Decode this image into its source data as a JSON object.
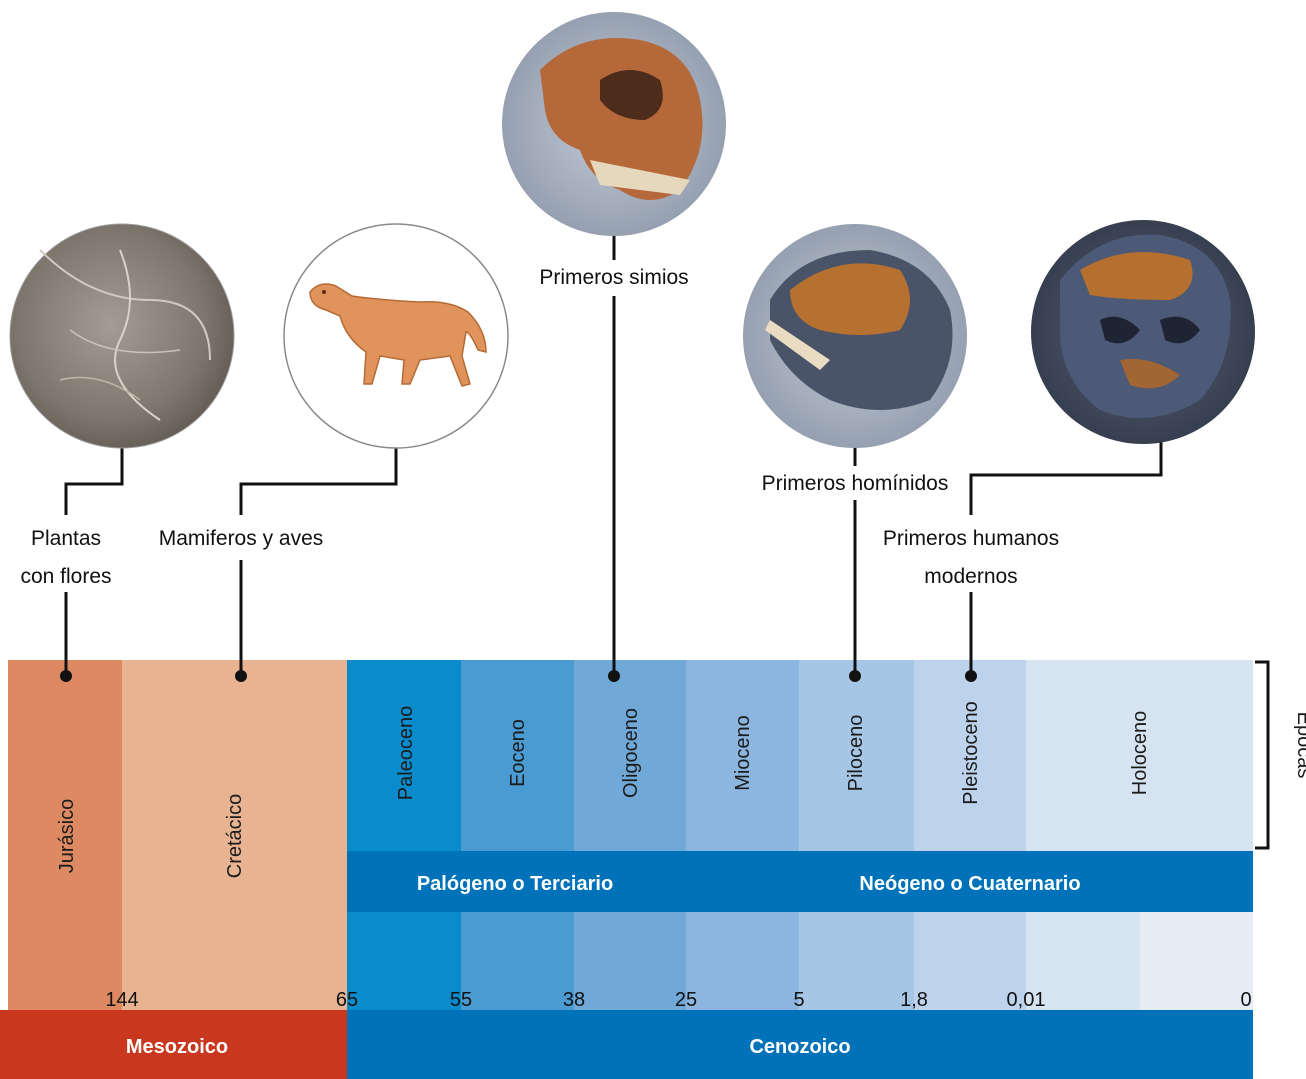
{
  "epochs": {
    "jurasico": "Jurásico",
    "cretacico": "Cretácico",
    "paleoceno": "Paleoceno",
    "eoceno": "Eoceno",
    "oligoceno": "Oligoceno",
    "mioceno": "Mioceno",
    "piloceno": "Piloceno",
    "pleistoceno": "Pleistoceno",
    "holoceno": "Holoceno"
  },
  "periods": {
    "palogeno": "Palógeno o Terciario",
    "neogeno": "Neógeno o Cuaternario"
  },
  "eras": {
    "mesozoico": "Mesozoico",
    "cenozoico": "Cenozoico"
  },
  "ticks": [
    "144",
    "65",
    "55",
    "38",
    "25",
    "5",
    "1,8",
    "0,01",
    "0"
  ],
  "bracket_label": "Épocas",
  "events": {
    "plantas_line1": "Plantas",
    "plantas_line2": "con flores",
    "mamiferos": "Mamiferos y aves",
    "simios": "Primeros simios",
    "hominidos": "Primeros homínidos",
    "humanos_line1": "Primeros humanos",
    "humanos_line2": "modernos"
  },
  "colors": {
    "jurasico": "#dd8a62",
    "cretacico": "#e8b391",
    "mesozoico": "#c9381e",
    "cenozoico": "#0072b9",
    "period_band": "#0072b9",
    "paleoceno": "#0a8ccc",
    "eoceno": "#4a9bd2",
    "oligoceno": "#70a9d8",
    "mioceno": "#8cb6df",
    "piloceno": "#a6c6e6",
    "pleistoceno": "#bdd3ec",
    "holoceno": "#d6e3f1",
    "holoceno_light": "#e6edf6"
  }
}
